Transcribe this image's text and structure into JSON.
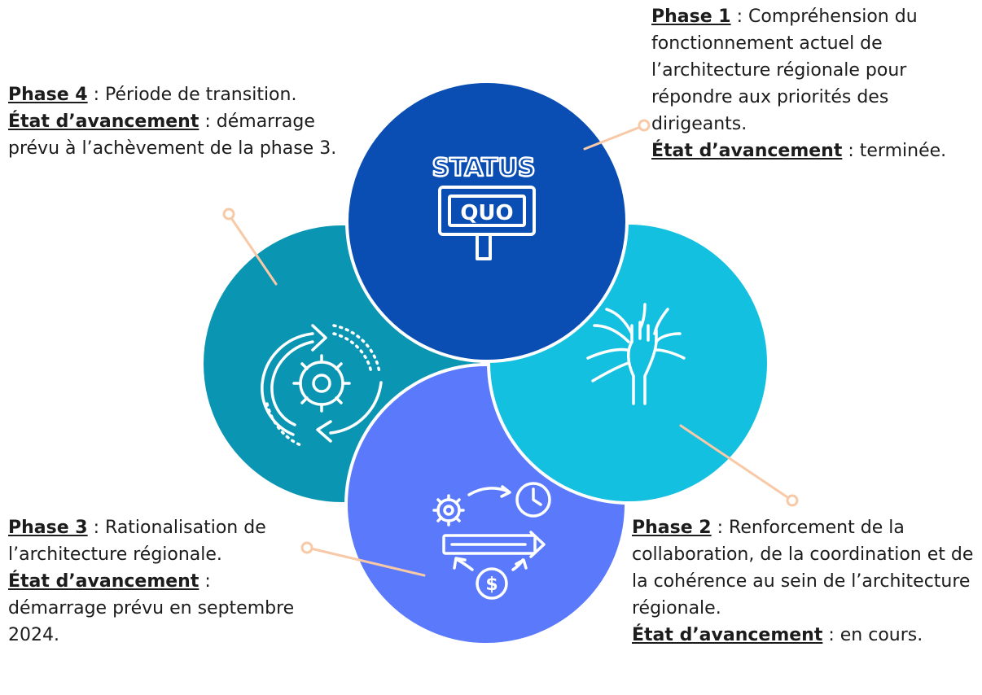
{
  "colors": {
    "phase1": "#0a4db3",
    "phase2": "#14c0e0",
    "phase3": "#5a79fb",
    "phase4": "#0a96b2",
    "connector": "#f7c9a6"
  },
  "phase1": {
    "label": "Phase 1",
    "description": " : Compréhension du fonctionnement actuel de l’architecture régionale pour répondre aux priorités des dirigeants.",
    "status_label": "État d’avancement",
    "status": " : terminée.",
    "icon": "status-quo-sign-icon",
    "icon_text_top": "STATUS",
    "icon_text_bottom": "QUO"
  },
  "phase2": {
    "label": "Phase 2",
    "description": " : Renforcement de la collaboration, de la coordination et de la cohérence au sein de l’architecture régionale.",
    "status_label": "État d’avancement",
    "status": " : en cours.",
    "icon": "team-hands-icon"
  },
  "phase3": {
    "label": "Phase 3",
    "description": " : Rationalisation de l’architecture régionale.",
    "status_label": "État d’avancement",
    "status": " : démarrage prévu en septembre 2024.",
    "icon": "efficiency-process-icon"
  },
  "phase4": {
    "label": "Phase 4",
    "description": " : Période de transition.",
    "status_label": "État d’avancement",
    "status": " : démarrage prévu à l’achèvement de la phase 3.",
    "icon": "gear-cycle-icon"
  }
}
